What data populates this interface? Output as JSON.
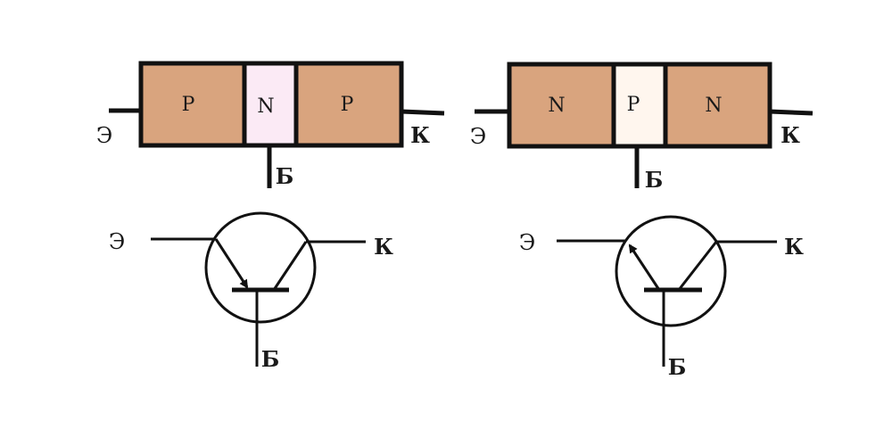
{
  "colors": {
    "doped": "#d9a47e",
    "base_pnp": "#fbeaf5",
    "base_npn": "#fff6ee",
    "stroke": "#111111"
  },
  "pnp": {
    "regions": [
      "P",
      "N",
      "P"
    ],
    "emitter": "Э",
    "collector": "К",
    "base": "Б",
    "symbol": {
      "emitter": "Э",
      "collector": "К",
      "base": "Б"
    }
  },
  "npn": {
    "regions": [
      "N",
      "P",
      "N"
    ],
    "emitter": "Э",
    "collector": "К",
    "base": "Б",
    "symbol": {
      "emitter": "Э",
      "collector": "К",
      "base": "Б"
    }
  }
}
